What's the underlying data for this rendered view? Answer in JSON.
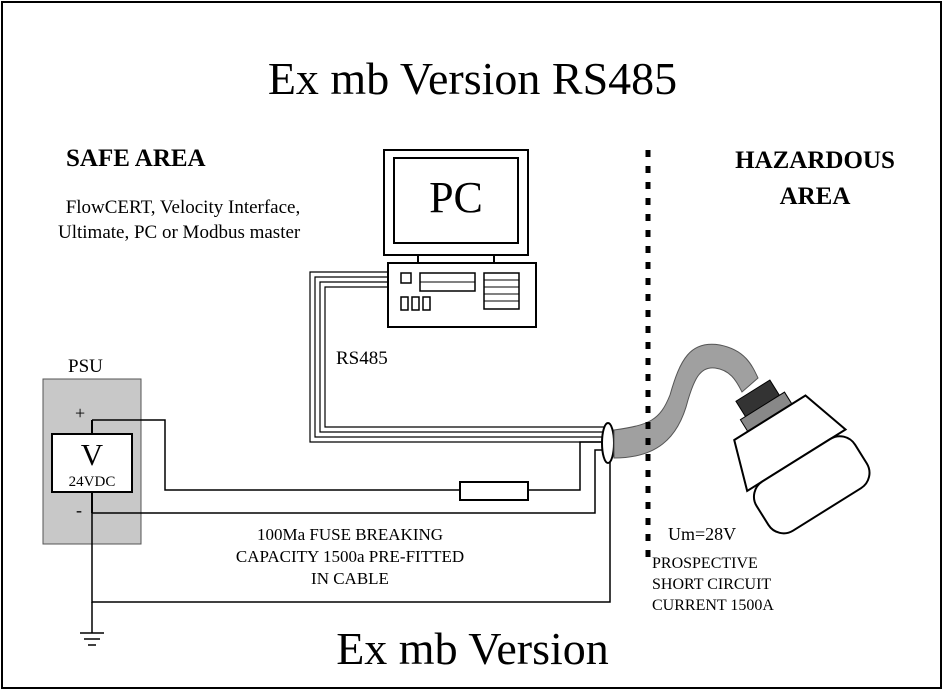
{
  "title": "Ex mb Version RS485",
  "footer_title": "Ex mb Version",
  "safe_area": {
    "label": "SAFE AREA",
    "desc_line1": "FlowCERT, Velocity Interface,",
    "desc_line2": "Ultimate, PC or Modbus master"
  },
  "hazardous_area": {
    "line1": "HAZARDOUS",
    "line2": "AREA"
  },
  "pc": {
    "label": "PC"
  },
  "psu": {
    "label": "PSU",
    "voltage_symbol": "V",
    "rating": "24VDC",
    "plus": "+",
    "minus": "-"
  },
  "cable": {
    "label": "RS485"
  },
  "fuse": {
    "line1": "100Ma FUSE BREAKING",
    "line2": "CAPACITY 1500a PRE-FITTED",
    "line3": "IN CABLE"
  },
  "sensor": {
    "um": "Um=28V",
    "line1": "PROSPECTIVE",
    "line2": "SHORT CIRCUIT",
    "line3": "CURRENT 1500A"
  },
  "colors": {
    "psu_fill": "#c8c8c8",
    "hose_fill": "#a0a0a0",
    "line": "#000000"
  }
}
